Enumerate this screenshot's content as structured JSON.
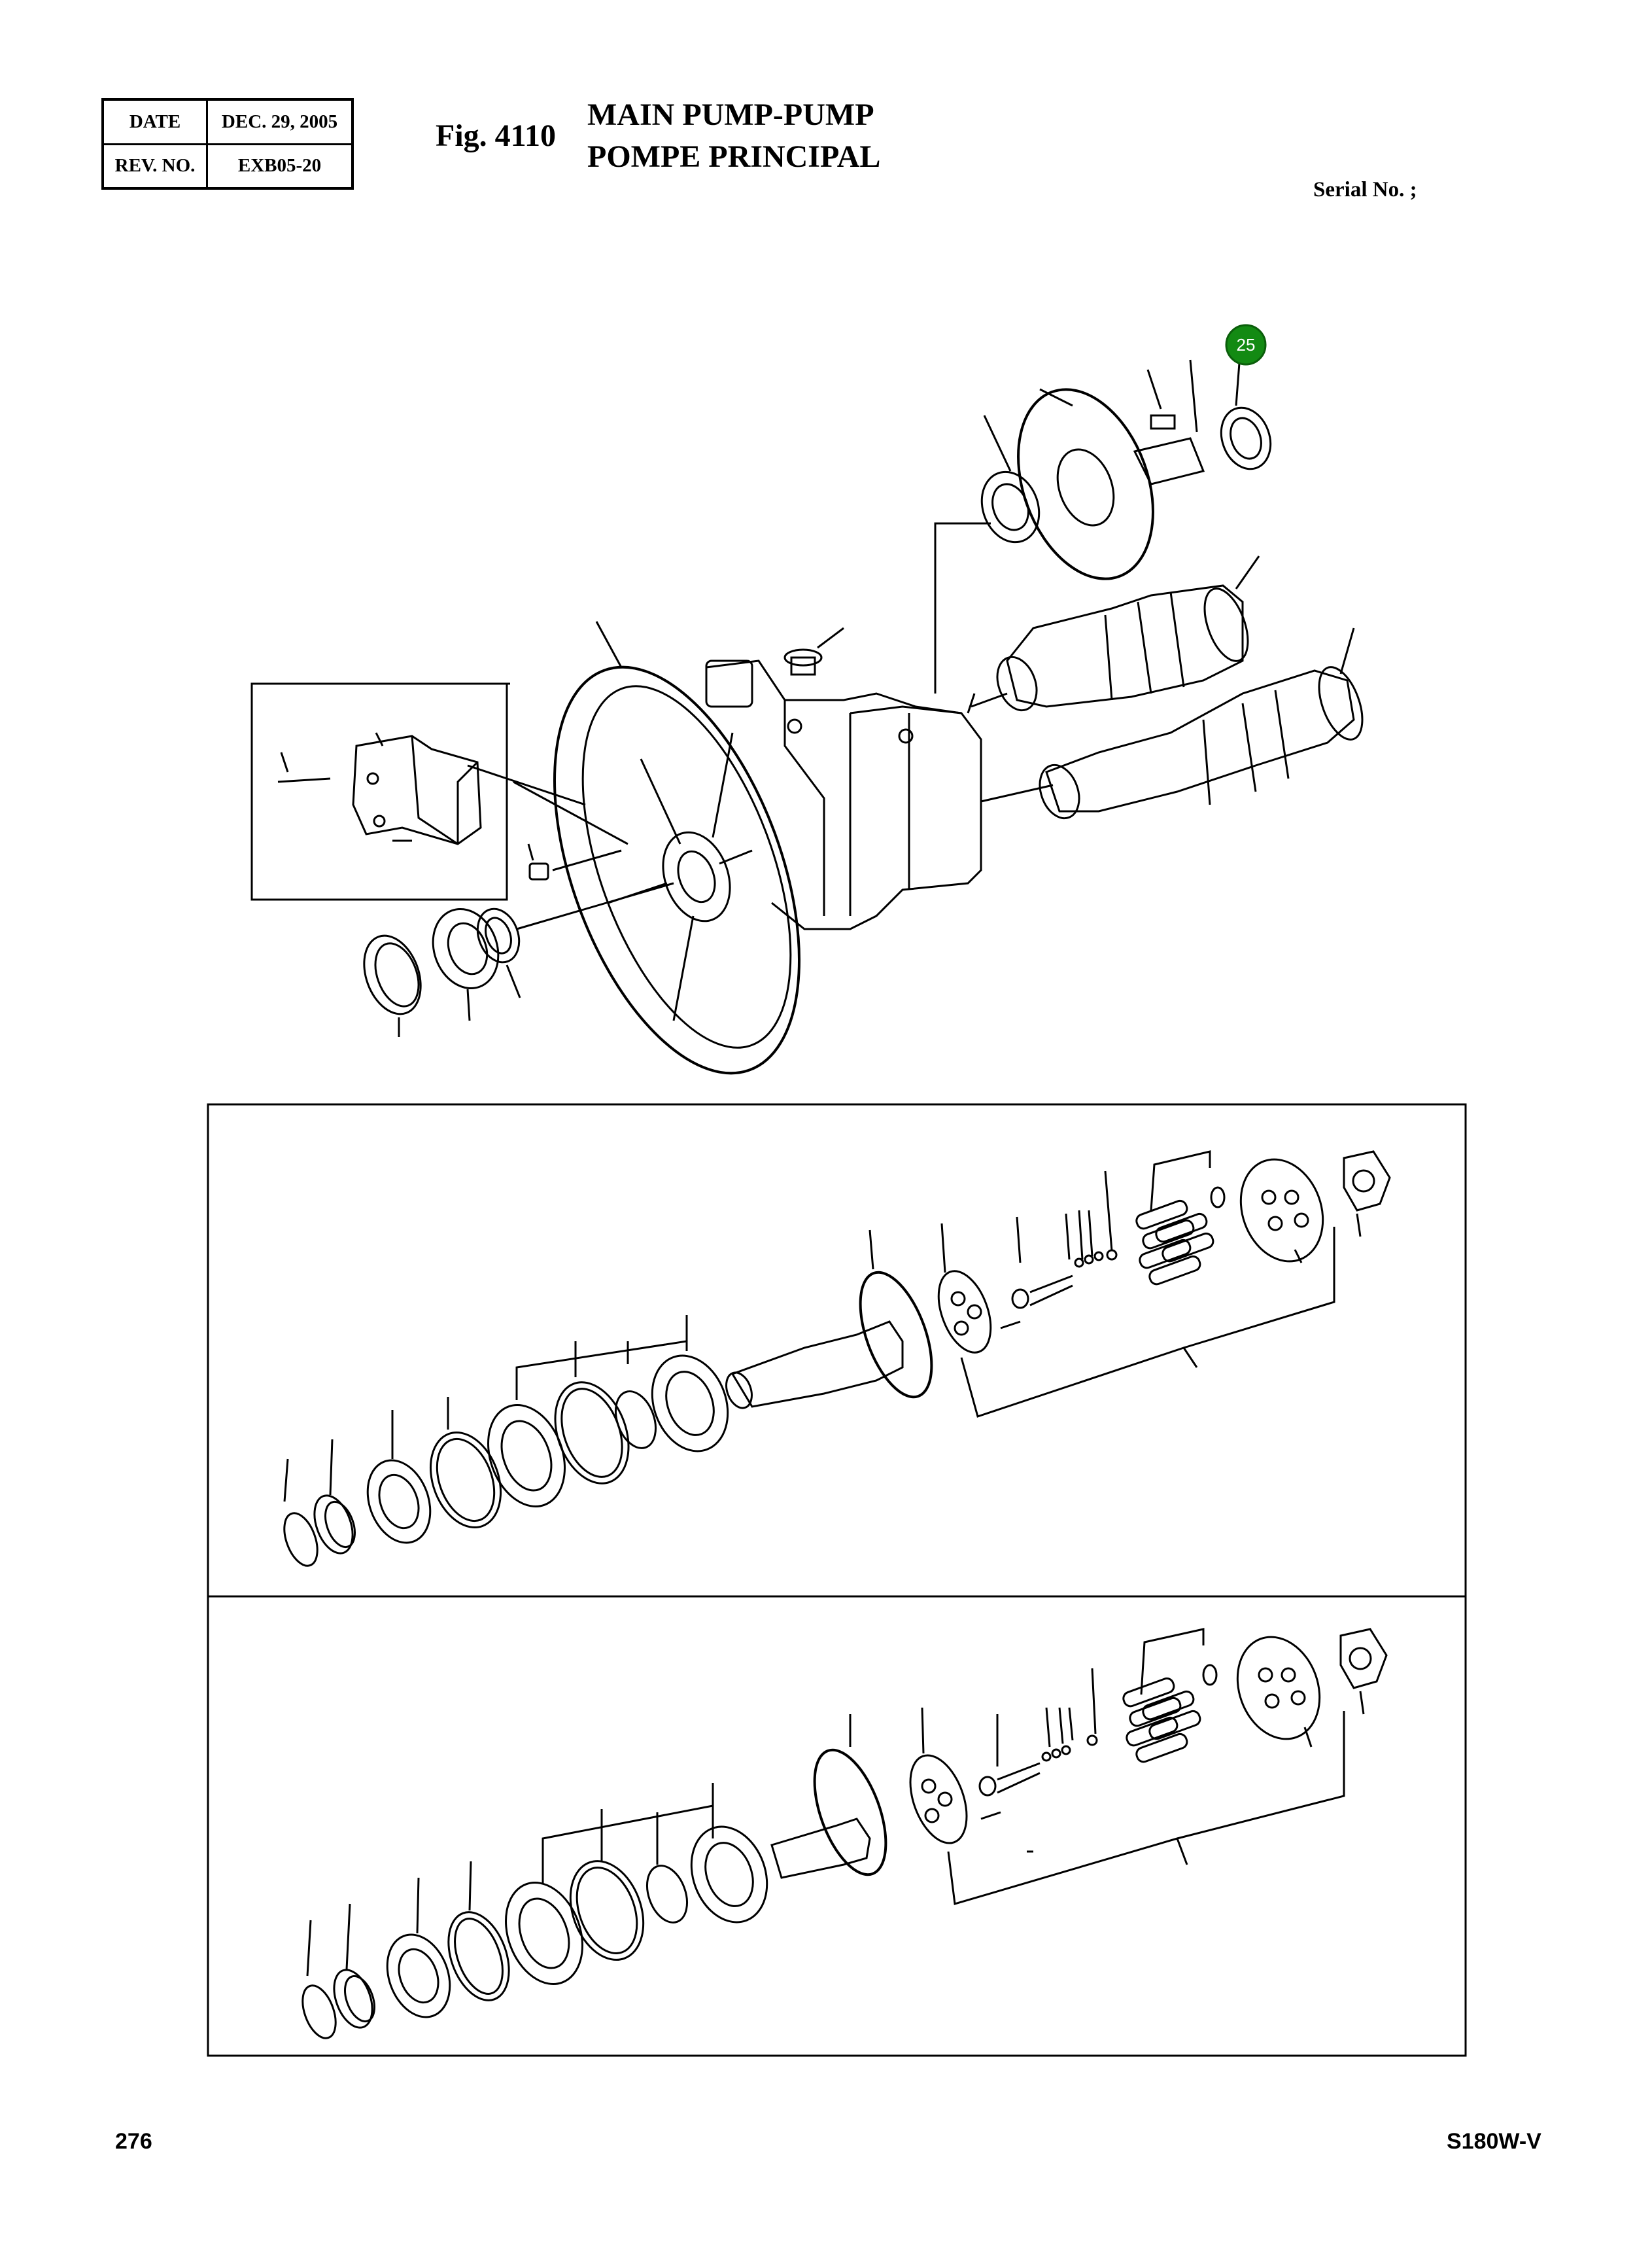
{
  "header": {
    "date_label": "DATE",
    "date_value": "DEC. 29, 2005",
    "rev_label": "REV. NO.",
    "rev_value": "EXB05-20"
  },
  "figure": {
    "number": "Fig. 4110",
    "title_en": "MAIN PUMP-PUMP",
    "title_fr": "POMPE PRINCIPAL",
    "serial": "Serial No. ;"
  },
  "callouts": [
    {
      "label": "25",
      "color": "#138a13"
    }
  ],
  "footer": {
    "page": "276",
    "model": "S180W-V"
  }
}
